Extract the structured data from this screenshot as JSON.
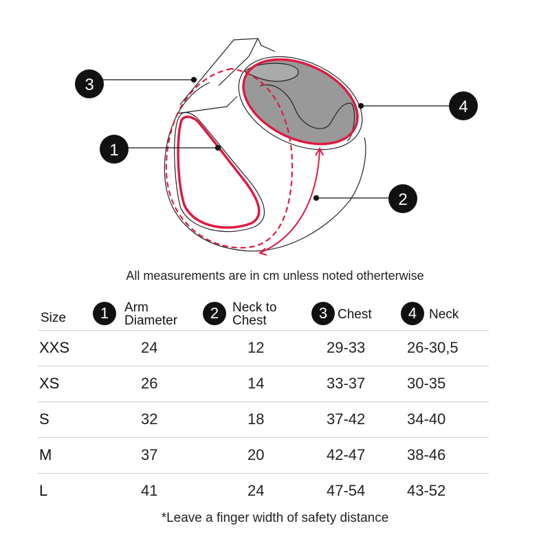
{
  "diagram": {
    "callouts": [
      {
        "number": "1",
        "meaning": "Arm Diameter"
      },
      {
        "number": "2",
        "meaning": "Neck to Chest"
      },
      {
        "number": "3",
        "meaning": "Chest"
      },
      {
        "number": "4",
        "meaning": "Neck"
      }
    ],
    "accent_color": "#e0193f"
  },
  "note": "All measurements are in cm unless noted otherterwise",
  "table": {
    "headers": {
      "size": "Size",
      "arm": {
        "badge": "1",
        "line1": "Arm",
        "line2": "Diameter"
      },
      "neck_to_chest": {
        "badge": "2",
        "line1": "Neck to",
        "line2": "Chest"
      },
      "chest": {
        "badge": "3",
        "label": "Chest"
      },
      "neck": {
        "badge": "4",
        "label": "Neck"
      }
    },
    "rows": [
      {
        "size": "XXS",
        "arm": "24",
        "neck_to_chest": "12",
        "chest": "29-33",
        "neck": "26-30,5"
      },
      {
        "size": "XS",
        "arm": "26",
        "neck_to_chest": "14",
        "chest": "33-37",
        "neck": "30-35"
      },
      {
        "size": "S",
        "arm": "32",
        "neck_to_chest": "18",
        "chest": "37-42",
        "neck": "34-40"
      },
      {
        "size": "M",
        "arm": "37",
        "neck_to_chest": "20",
        "chest": "42-47",
        "neck": "38-46"
      },
      {
        "size": "L",
        "arm": "41",
        "neck_to_chest": "24",
        "chest": "47-54",
        "neck": "43-52"
      }
    ]
  },
  "footnote": "*Leave a finger width of safety distance"
}
